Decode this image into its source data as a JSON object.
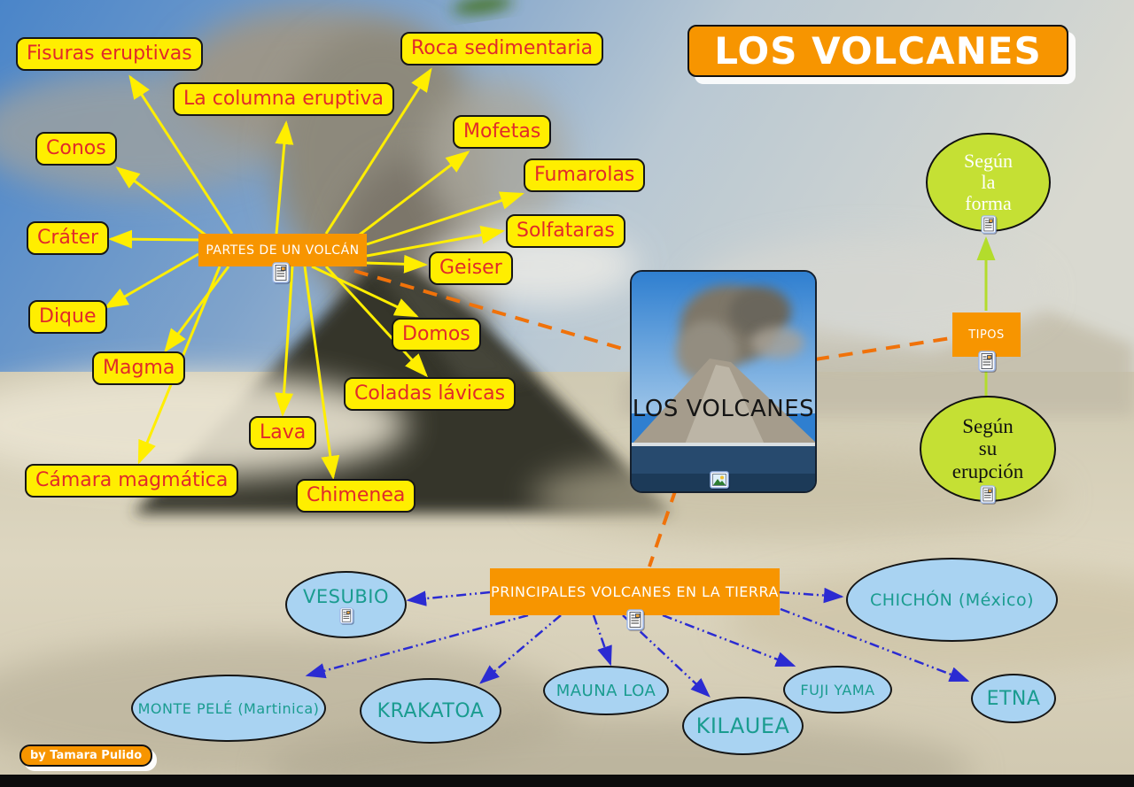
{
  "title": "LOS VOLCANES",
  "credit": "by Tamara Pulido",
  "parts_map": {
    "node_label": "PARTES DE UN VOLCÁN",
    "labels": [
      "Fisuras eruptivas",
      "La columna eruptiva",
      "Conos",
      "Roca sedimentaria",
      "Mofetas",
      "Fumarolas",
      "Solfataras",
      "Geiser",
      "Cráter",
      "Dique",
      "Magma",
      "Domos",
      "Coladas lávicas",
      "Lava",
      "Cámara magmática",
      "Chimenea"
    ]
  },
  "center_image": {
    "caption": "LOS VOLCANES"
  },
  "types_map": {
    "node_label": "TIPOS",
    "type1": {
      "line1": "Según",
      "line2": "la",
      "line3": "forma"
    },
    "type2": {
      "line1": "Según",
      "line2": "su",
      "line3": "erupción"
    }
  },
  "volcano_map": {
    "node_label": "PRINCIPALES VOLCANES EN LA TIERRA",
    "volcanoes": [
      "VESUBIO",
      "CHICHÓN (México)",
      "MONTE PELÉ (Martinica)",
      "KRAKATOA",
      "MAUNA LOA",
      "KILAUEA",
      "FUJI YAMA",
      "ETNA"
    ]
  },
  "icons": {
    "document": "document-icon",
    "image": "image-icon"
  },
  "colors": {
    "node_orange": "#F79500",
    "label_yellow": "#FFEE00",
    "label_text_red": "#E12A2A",
    "type_green": "#C5E034",
    "volcano_blue": "#A9D3F2",
    "volcano_text_teal": "#1A9C90",
    "connector_yellow": "#FFEE00",
    "connector_orange": "#F0720A",
    "connector_blue": "#2B2BD2",
    "connector_green": "#B3DC2C"
  }
}
